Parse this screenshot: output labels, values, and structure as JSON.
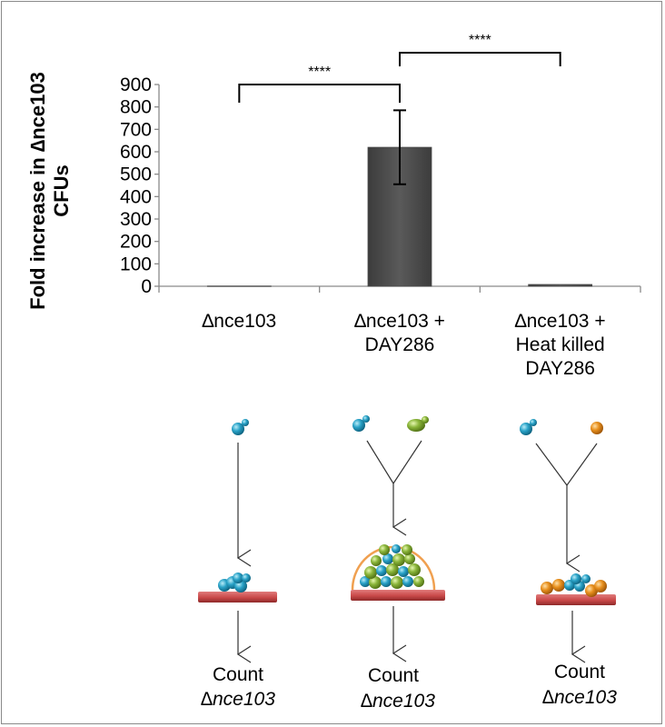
{
  "chart_data": {
    "type": "bar",
    "categories": [
      [
        "∆nce103"
      ],
      [
        "∆nce103 +",
        "DAY286"
      ],
      [
        "∆nce103 +",
        "Heat killed",
        "DAY286"
      ]
    ],
    "values": [
      1,
      620,
      8
    ],
    "error": [
      0,
      165,
      0
    ],
    "ylabel": [
      "Fold increase in ∆nce103",
      "CFUs"
    ],
    "ylim": [
      0,
      900
    ],
    "yticks": [
      0,
      100,
      200,
      300,
      400,
      500,
      600,
      700,
      800,
      900
    ],
    "significance": [
      {
        "from": 0,
        "to": 1,
        "label": "****"
      },
      {
        "from": 1,
        "to": 2,
        "label": "****"
      }
    ],
    "bar_color": "#5a5a5a"
  },
  "schematic": {
    "count_label": "Count",
    "strain_label": "∆nce103",
    "colors": {
      "nce103_cell": "#2aa3c8",
      "day286_cell": "#8ab53a",
      "heat_killed_cell": "#e8901e",
      "substrate": "#c94848",
      "biofilm_outline": "#f0a050"
    }
  }
}
